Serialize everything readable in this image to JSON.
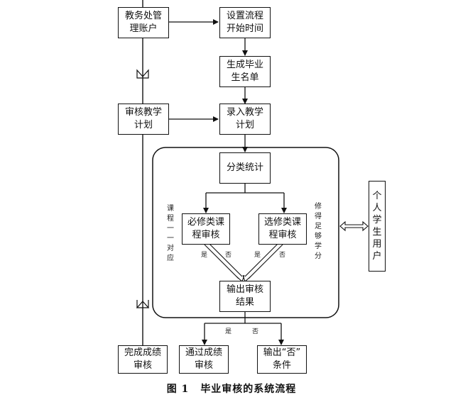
{
  "diagram": {
    "nodes": {
      "admin_account": "教务处管\n理账户",
      "set_process_time": "设置流程\n开始时间",
      "generate_grad_list": "生成毕业\n生名单",
      "review_teaching_plan": "审核教学\n计划",
      "enter_teaching_plan": "录入教学\n计划",
      "classify_stats": "分类统计",
      "required_course_review": "必修类课\n程审核",
      "elective_course_review": "选修类课\n程审核",
      "output_review_result": "输出审核\n结果",
      "complete_grade_review": "完成成绩\n审核",
      "pass_grade_review": "通过成绩\n审核",
      "output_no_condition": "输出“否”\n条件",
      "student_user": "个人学生用户"
    },
    "side_labels": {
      "left": "课程一一对应",
      "right": "修得足够学分"
    },
    "branch_labels": {
      "required_yes": "是",
      "required_no": "否",
      "elective_yes": "是",
      "elective_no": "否",
      "result_yes": "是",
      "result_no": "否"
    }
  },
  "caption": {
    "figure_number": "图 1",
    "title": "毕业审核的系统流程"
  }
}
